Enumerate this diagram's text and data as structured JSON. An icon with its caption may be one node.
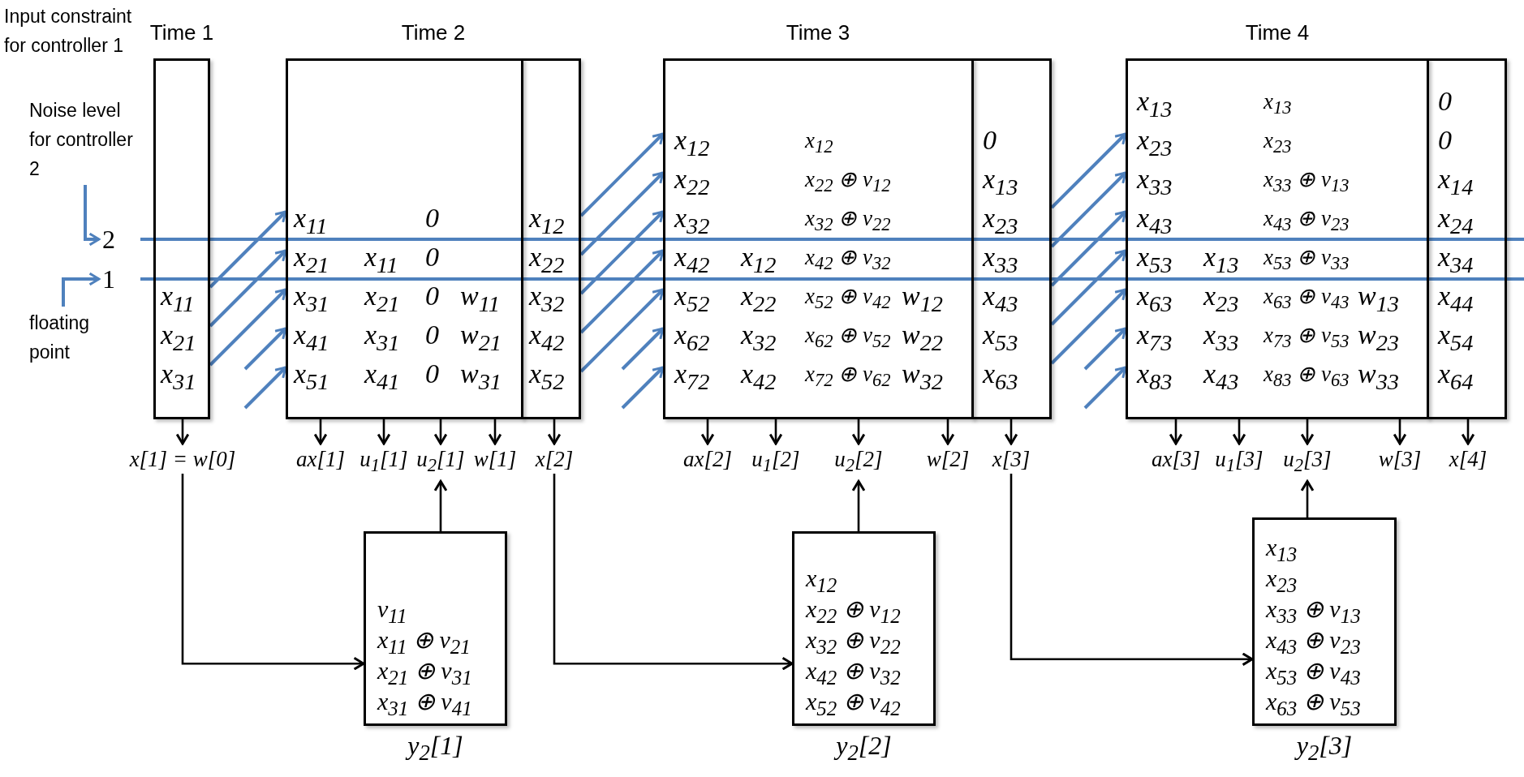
{
  "diagram": {
    "nodes": [
      {
        "text": [
          "Noise level for controller 2"
        ]
      },
      {
        "text": [
          "2"
        ]
      },
      {
        "text": [
          "1"
        ]
      },
      {
        "text": [
          "floating point"
        ]
      },
      {
        "text": [
          "Time 1",
          "x$_{11}$",
          "x$_{21}$",
          "x$_{31}$"
        ]
      },
      {
        "text": [
          "Time 2",
          "x$_{11}$",
          "0",
          "x$_{21}$",
          "x$_{11}$",
          "0",
          "x$_{31}$",
          "x$_{21}$",
          "0",
          "w$_{11}$",
          "x$_{41}$",
          "x$_{31}$",
          "0",
          "w$_{21}$",
          "x$_{51}$",
          "x$_{41}$",
          "0",
          "w$_{31}$"
        ]
      },
      {
        "text": [
          "x$_{12}$",
          "x$_{22}$",
          "x$_{32}$",
          "x$_{42}$",
          "x$_{52}$"
        ]
      },
      {
        "text": [
          "Time 3",
          "x$_{12}$",
          "x$_{12}$",
          "x$_{22}$",
          "x$_{22}$ ⊕ v$_{12}$",
          "x$_{32}$",
          "x$_{32}$ ⊕ v$_{22}$",
          "x$_{42}$",
          "x$_{12}$",
          "x$_{42}$ ⊕ v$_{32}$",
          "x$_{52}$",
          "x$_{22}$",
          "x$_{52}$ ⊕ v$_{42}$",
          "w$_{12}$",
          "x$_{62}$",
          "x$_{32}$",
          "x$_{62}$ ⊕ v$_{52}$",
          "w$_{22}$",
          "x$_{72}$",
          "x$_{42}$",
          "x$_{72}$ ⊕ v$_{62}$",
          "w$_{32}$"
        ]
      },
      {
        "text": [
          "0",
          "x$_{13}$",
          "x$_{23}$",
          "x$_{33}$",
          "x$_{43}$",
          "x$_{53}$",
          "x$_{63}$"
        ]
      },
      {
        "text": [
          "Time 4",
          "x$_{13}$",
          "x$_{13}$",
          "x$_{23}$",
          "x$_{23}$",
          "x$_{33}$",
          "x$_{33}$ ⊕ v$_{13}$",
          "x$_{43}$",
          "x$_{43}$ ⊕ v$_{23}$",
          "x$_{53}$",
          "x$_{13}$",
          "x$_{53}$ ⊕ v$_{33}$",
          "x$_{63}$",
          "x$_{23}$",
          "x$_{63}$ ⊕ v$_{43}$",
          "w$_{13}$",
          "x$_{73}$",
          "x$_{33}$",
          "x$_{73}$ ⊕ v$_{53}$",
          "w$_{23}$",
          "x$_{83}$",
          "x$_{43}$",
          "x$_{83}$ ⊕ v$_{63}$",
          "w$_{33}$"
        ]
      },
      {
        "text": [
          "0",
          "0",
          "x$_{14}$",
          "x$_{24}$",
          "x$_{34}$",
          "x$_{44}$",
          "x$_{54}$",
          "x$_{64}$"
        ]
      },
      {
        "text": [
          "x[1] = w[0]"
        ]
      },
      {
        "text": [
          "ax[1]"
        ]
      },
      {
        "text": [
          "u$_{1}$[1]"
        ]
      },
      {
        "text": [
          "u$_{2}$[1]"
        ]
      },
      {
        "text": [
          "w[1]"
        ]
      },
      {
        "text": [
          "x[2]"
        ]
      },
      {
        "text": [
          "ax[2]"
        ]
      },
      {
        "text": [
          "u$_{1}$[2]"
        ]
      },
      {
        "text": [
          "u$_{2}$[2]"
        ]
      },
      {
        "text": [
          "w[2]"
        ]
      },
      {
        "text": [
          "x[3]"
        ]
      },
      {
        "text": [
          "ax[3]"
        ]
      },
      {
        "text": [
          "u$_{1}$[3]"
        ]
      },
      {
        "text": [
          "u$_{2}$[3]"
        ]
      },
      {
        "text": [
          "w[3]"
        ]
      },
      {
        "text": [
          "x[4]"
        ]
      },
      {
        "text": [
          "v$_{11}$",
          "x$_{11}$ ⊕ v$_{21}$",
          "x$_{21}$ ⊕ v$_{31}$",
          "x$_{31}$ ⊕ v$_{41}$"
        ],
        "beside": [
          "y$_{2}$[1]"
        ]
      },
      {
        "text": [
          "x$_{12}$",
          "x$_{22}$ ⊕ v$_{12}$",
          "x$_{32}$ ⊕ v$_{22}$",
          "x$_{42}$ ⊕ v$_{32}$",
          "x$_{52}$ ⊕ v$_{42}$"
        ],
        "beside": [
          "y$_{2}$[2]"
        ]
      },
      {
        "text": [
          "x$_{13}$",
          "x$_{23}$",
          "x$_{33}$ ⊕ v$_{13}$",
          "x$_{43}$ ⊕ v$_{23}$",
          "x$_{53}$ ⊕ v$_{43}$",
          "x$_{63}$ ⊕ v$_{53}$"
        ],
        "beside": [
          "y$_{2}$[3]"
        ]
      }
    ],
    "edges": [
      {
        "from": 0,
        "to": 1,
        "arrow": "to",
        "color": "#4f81bd"
      },
      {
        "from": 3,
        "to": 2,
        "arrow": "to",
        "color": "#4f81bd"
      },
      {
        "from": 4,
        "to": 5,
        "arrow": "to",
        "color": "#4f81bd"
      },
      {
        "from": 4,
        "to": 5,
        "arrow": "to",
        "color": "#4f81bd"
      },
      {
        "from": 4,
        "to": 5,
        "arrow": "to",
        "color": "#4f81bd"
      },
      {
        "from": null,
        "to": 5,
        "arrow": "to",
        "color": "#4f81bd"
      },
      {
        "from": null,
        "to": 5,
        "arrow": "to",
        "color": "#4f81bd"
      },
      {
        "from": 6,
        "to": 7,
        "arrow": "to",
        "color": "#4f81bd"
      },
      {
        "from": 6,
        "to": 7,
        "arrow": "to",
        "color": "#4f81bd"
      },
      {
        "from": 6,
        "to": 7,
        "arrow": "to",
        "color": "#4f81bd"
      },
      {
        "from": 6,
        "to": 7,
        "arrow": "to",
        "color": "#4f81bd"
      },
      {
        "from": 6,
        "to": 7,
        "arrow": "to",
        "color": "#4f81bd"
      },
      {
        "from": null,
        "to": 7,
        "arrow": "to",
        "color": "#4f81bd"
      },
      {
        "from": null,
        "to": 7,
        "arrow": "to",
        "color": "#4f81bd"
      },
      {
        "from": 8,
        "to": 9,
        "arrow": "to",
        "color": "#4f81bd"
      },
      {
        "from": 8,
        "to": 9,
        "arrow": "to",
        "color": "#4f81bd"
      },
      {
        "from": 8,
        "to": 9,
        "arrow": "to",
        "color": "#4f81bd"
      },
      {
        "from": 8,
        "to": 9,
        "arrow": "to",
        "color": "#4f81bd"
      },
      {
        "from": 8,
        "to": 9,
        "arrow": "to",
        "color": "#4f81bd"
      },
      {
        "from": null,
        "to": 9,
        "arrow": "to",
        "color": "#4f81bd"
      },
      {
        "from": null,
        "to": 9,
        "arrow": "to",
        "color": "#4f81bd"
      },
      {
        "from": 4,
        "to": 11,
        "arrow": "to"
      },
      {
        "from": 5,
        "to": 12,
        "arrow": "to"
      },
      {
        "from": 5,
        "to": 13,
        "arrow": "to"
      },
      {
        "from": 5,
        "to": 14,
        "arrow": "to"
      },
      {
        "from": 5,
        "to": 15,
        "arrow": "to"
      },
      {
        "from": 6,
        "to": 16,
        "arrow": "to"
      },
      {
        "from": 7,
        "to": 17,
        "arrow": "to"
      },
      {
        "from": 7,
        "to": 18,
        "arrow": "to"
      },
      {
        "from": 7,
        "to": 19,
        "arrow": "to"
      },
      {
        "from": 7,
        "to": 20,
        "arrow": "to"
      },
      {
        "from": 8,
        "to": 21,
        "arrow": "to"
      },
      {
        "from": 9,
        "to": 22,
        "arrow": "to"
      },
      {
        "from": 9,
        "to": 23,
        "arrow": "to"
      },
      {
        "from": 9,
        "to": 24,
        "arrow": "to"
      },
      {
        "from": 9,
        "to": 25,
        "arrow": "to"
      },
      {
        "from": 10,
        "to": 26,
        "arrow": "to"
      },
      {
        "from": 27,
        "to": 14,
        "arrow": "to"
      },
      {
        "from": 28,
        "to": 19,
        "arrow": "to"
      },
      {
        "from": 29,
        "to": 24,
        "arrow": "to"
      },
      {
        "from": 11,
        "to": 27,
        "arrow": "to"
      },
      {
        "from": 16,
        "to": 28,
        "arrow": "to"
      },
      {
        "from": 21,
        "to": 29,
        "arrow": "to"
      }
    ],
    "labels": [
      "Input constraint for controller 1"
    ]
  }
}
